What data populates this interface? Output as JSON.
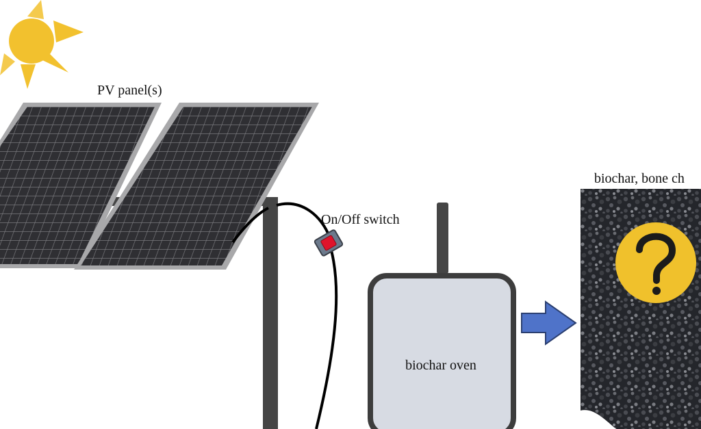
{
  "labels": {
    "pv_panels": "PV panel(s)",
    "switch": "On/Off switch",
    "oven": "biochar oven",
    "product": "biochar, bone ch"
  },
  "icons": {
    "sun": "sun-icon",
    "question": "question-mark-icon",
    "arrow": "right-arrow-icon"
  },
  "colors": {
    "sun": "#f2c12e",
    "panel_cell": "#2f2f33",
    "panel_frame": "#a8a8aa",
    "pole": "#454545",
    "oven_body": "#d7dbe3",
    "oven_outline": "#3d3d3d",
    "arrow": "#4f73c9",
    "switch_light": "#e0132b",
    "question_badge": "#f0c12c"
  }
}
